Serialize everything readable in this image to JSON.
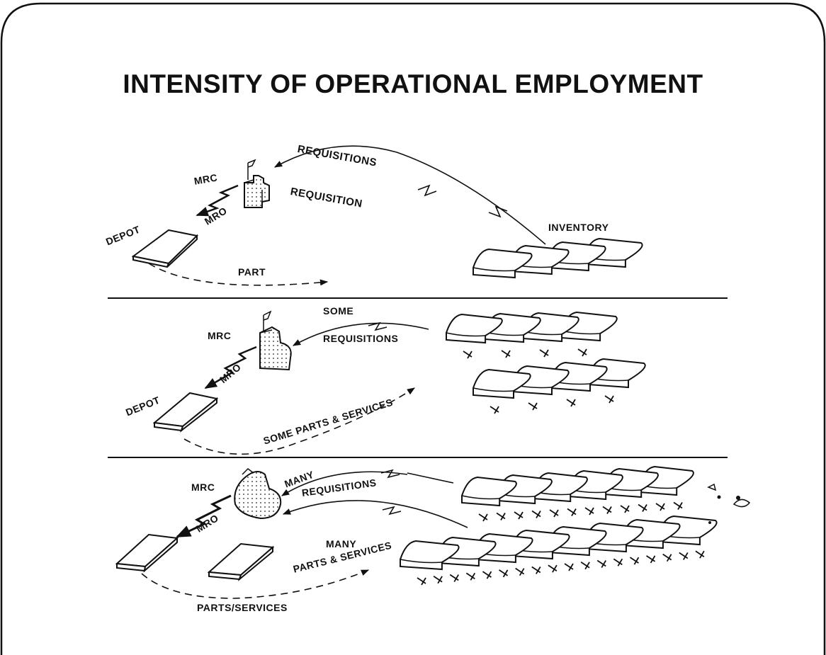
{
  "title": "INTENSITY OF OPERATIONAL EMPLOYMENT",
  "panels": [
    {
      "labels": {
        "mrc": "MRC",
        "mro": "MRO",
        "depot": "DEPOT",
        "requisitions": "REQUISITIONS",
        "requisition": "REQUISITION",
        "inventory": "INVENTORY",
        "part": "PART"
      }
    },
    {
      "labels": {
        "mrc": "MRC",
        "mro": "MRO",
        "depot": "DEPOT",
        "some": "SOME",
        "requisitions": "REQUISITIONS",
        "some_parts_services": "SOME PARTS & SERVICES"
      }
    },
    {
      "labels": {
        "mrc": "MRC",
        "mro": "MRO",
        "many": "MANY",
        "requisitions": "REQUISITIONS",
        "many_parts": "MANY",
        "parts_services_many": "PARTS & SERVICES",
        "parts_services": "PARTS/SERVICES"
      }
    }
  ]
}
